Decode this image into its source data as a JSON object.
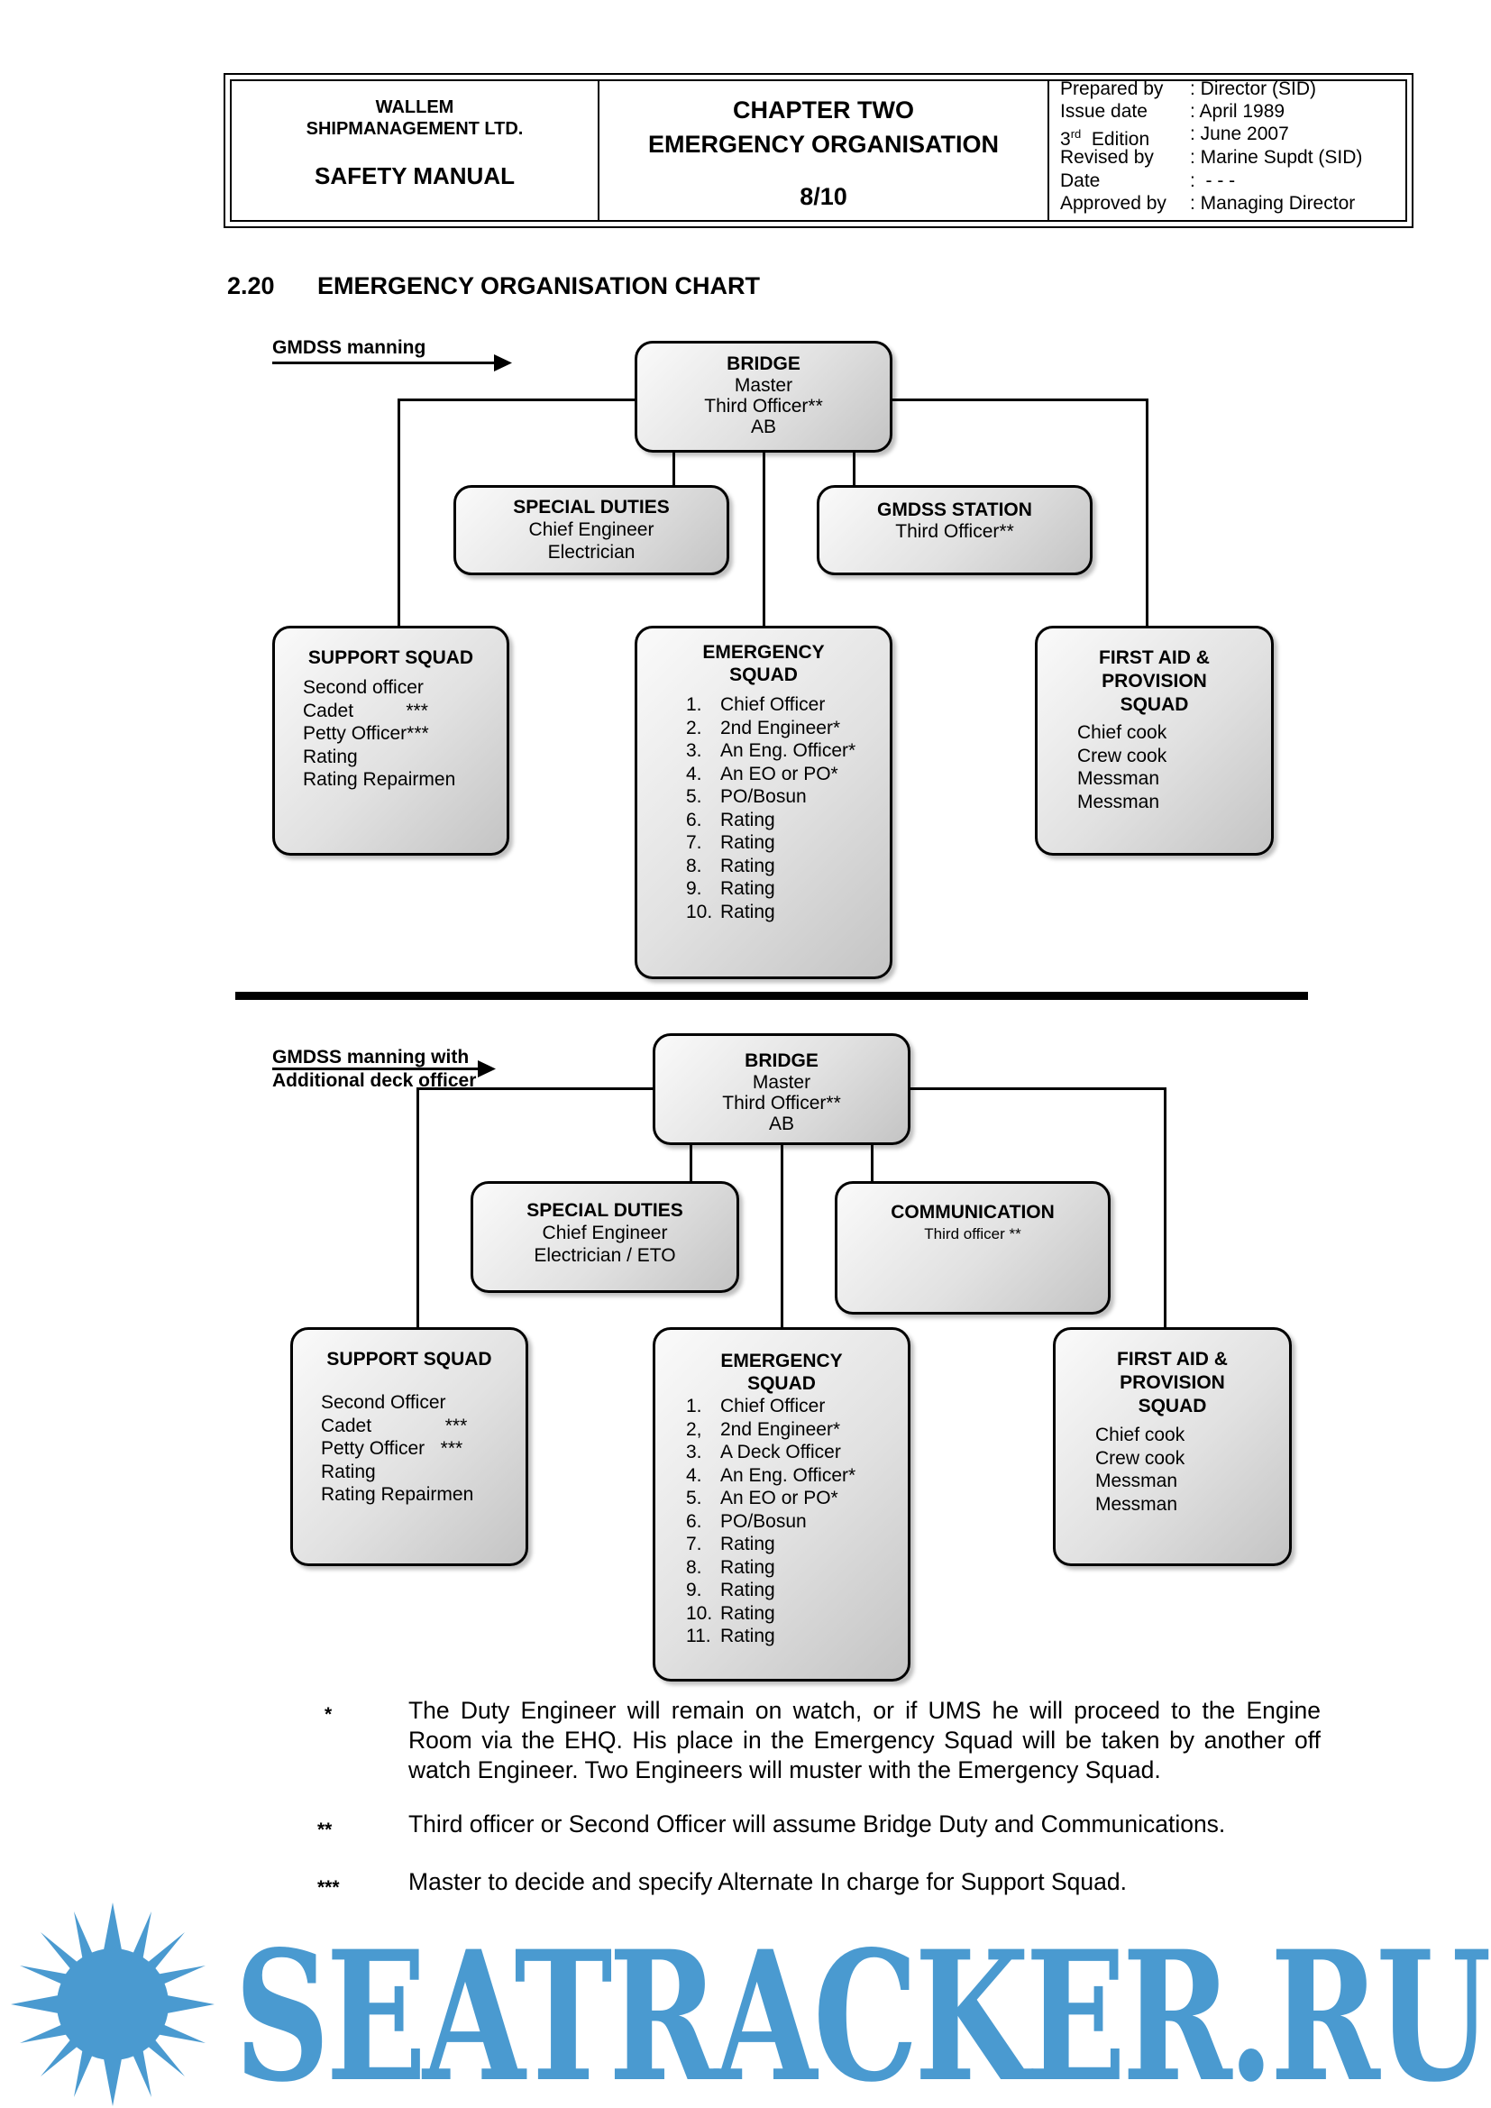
{
  "header": {
    "company_line1": "WALLEM",
    "company_line2": "SHIPMANAGEMENT LTD.",
    "manual": "SAFETY MANUAL",
    "chapter": "CHAPTER TWO",
    "chapter_title": "EMERGENCY ORGANISATION",
    "page": "8/10",
    "meta": [
      {
        "label": "Prepared by",
        "value": ": Director (SID)"
      },
      {
        "label": "Issue date",
        "value": ": April 1989"
      },
      {
        "label_num": "3",
        "label_sup": "rd",
        "label_rest": "  Edition",
        "value": ": June 2007"
      },
      {
        "label": "Revised by",
        "value": ": Marine Supdt (SID)"
      },
      {
        "label": "Date",
        "value": ":  - - -"
      },
      {
        "label": "Approved by",
        "value": ": Managing Director"
      }
    ]
  },
  "section": {
    "number": "2.20",
    "title": "EMERGENCY ORGANISATION CHART"
  },
  "chart1": {
    "label": "GMDSS manning",
    "bridge": {
      "title": "BRIDGE",
      "lines": [
        "Master",
        "Third Officer**",
        "AB"
      ]
    },
    "special": {
      "title": "SPECIAL DUTIES",
      "lines": [
        "Chief Engineer",
        "Electrician"
      ]
    },
    "gmdss": {
      "title": "GMDSS STATION",
      "lines": [
        "Third Officer**"
      ]
    },
    "support": {
      "title": "SUPPORT SQUAD",
      "lines": [
        "Second officer",
        "Cadet          ***",
        "Petty Officer***",
        "Rating",
        "Rating Repairmen"
      ]
    },
    "emergency": {
      "title1": "EMERGENCY",
      "title2": "SQUAD",
      "items": [
        "Chief Officer",
        "2nd Engineer*",
        "An Eng. Officer*",
        "An EO or PO*",
        "PO/Bosun",
        "Rating",
        "Rating",
        "Rating",
        "Rating",
        "Rating"
      ]
    },
    "firstaid": {
      "title1": "FIRST AID &",
      "title2": "PROVISION",
      "title3": "SQUAD",
      "lines": [
        "Chief cook",
        "Crew cook",
        "Messman",
        "Messman"
      ]
    }
  },
  "chart2": {
    "label_line1": "GMDSS manning with",
    "label_line2": "Additional deck officer",
    "bridge": {
      "title": "BRIDGE",
      "lines": [
        "Master",
        "Third Officer**",
        "AB"
      ]
    },
    "special": {
      "title": "SPECIAL DUTIES",
      "lines": [
        "Chief Engineer",
        "Electrician / ETO"
      ]
    },
    "comm": {
      "title": "COMMUNICATION",
      "line": "Third officer **"
    },
    "support": {
      "title": "SUPPORT SQUAD",
      "lines": [
        "Second Officer",
        "Cadet              ***",
        "Petty Officer   ***",
        "Rating",
        "Rating Repairmen"
      ]
    },
    "emergency": {
      "title1": "EMERGENCY",
      "title2": "SQUAD",
      "items": [
        "Chief Officer",
        "2nd Engineer*",
        "A Deck Officer",
        "An Eng. Officer*",
        "An EO or PO*",
        "PO/Bosun",
        "Rating",
        "Rating",
        "Rating",
        "Rating",
        "Rating"
      ]
    },
    "firstaid": {
      "title1": "FIRST AID &",
      "title2": "PROVISION",
      "title3": "SQUAD",
      "lines": [
        "Chief cook",
        "Crew cook",
        "Messman",
        "Messman"
      ]
    }
  },
  "footnotes": [
    {
      "mark": "*",
      "text": "The Duty Engineer will remain on watch, or if UMS he will proceed to the Engine Room via the EHQ.  His place in the Emergency Squad will be taken by another off watch Engineer.  Two Engineers will muster with the Emergency Squad."
    },
    {
      "mark": "**",
      "text": "Third officer or Second Officer will assume Bridge Duty and Communications."
    },
    {
      "mark": "***",
      "text": "Master to decide and specify Alternate In charge for Support Squad."
    }
  ],
  "watermark": {
    "text": "SEATRACKER.RU",
    "color": "#4a9ad0"
  }
}
